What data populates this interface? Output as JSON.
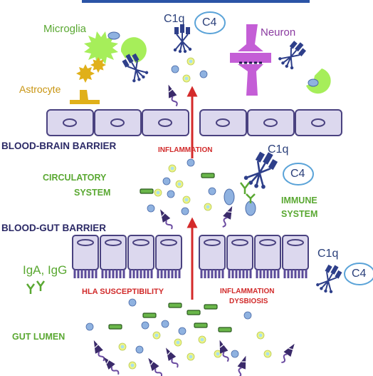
{
  "labels": {
    "microglia": "Microglia",
    "astrocyte": "Astrocyte",
    "neuron": "Neuron",
    "c1q_top": "C1q",
    "c4_top": "C4",
    "bbb": "BLOOD-BRAIN BARRIER",
    "inflammation": "INFLAMMATION",
    "circulatory_1": "CIRCULATORY",
    "circulatory_2": "SYSTEM",
    "c1q_mid": "C1q",
    "c4_mid": "C4",
    "immune_1": "IMMUNE",
    "immune_2": "SYSTEM",
    "bgb": "BLOOD-GUT BARRIER",
    "iga_igg": "IgA, IgG",
    "c1q_low": "C1q",
    "c4_low": "C4",
    "hla": "HLA SUSCEPTIBILITY",
    "inflam_dys_1": "INFLAMMATION",
    "inflam_dys_2": "DYSBIOSIS",
    "gut_lumen": "GUT LUMEN"
  },
  "colors": {
    "cell_fill": "#dcd8ee",
    "cell_stroke": "#4a4280",
    "antibody_blue": "#2e3f8a",
    "microglia_green": "#a6ee5a",
    "neuron_purple": "#c45ed6",
    "astrocyte_gold": "#e0b01a",
    "arrow_red": "#d42a2a",
    "top_rule_blue": "#2b54a6",
    "c4_circle_blue": "#5aa3d8",
    "particle_blue": "#8fb2e0",
    "particle_yellow": "#eef584",
    "bar_green": "#6ab64a",
    "bacterium_purple": "#3a2a6a"
  }
}
